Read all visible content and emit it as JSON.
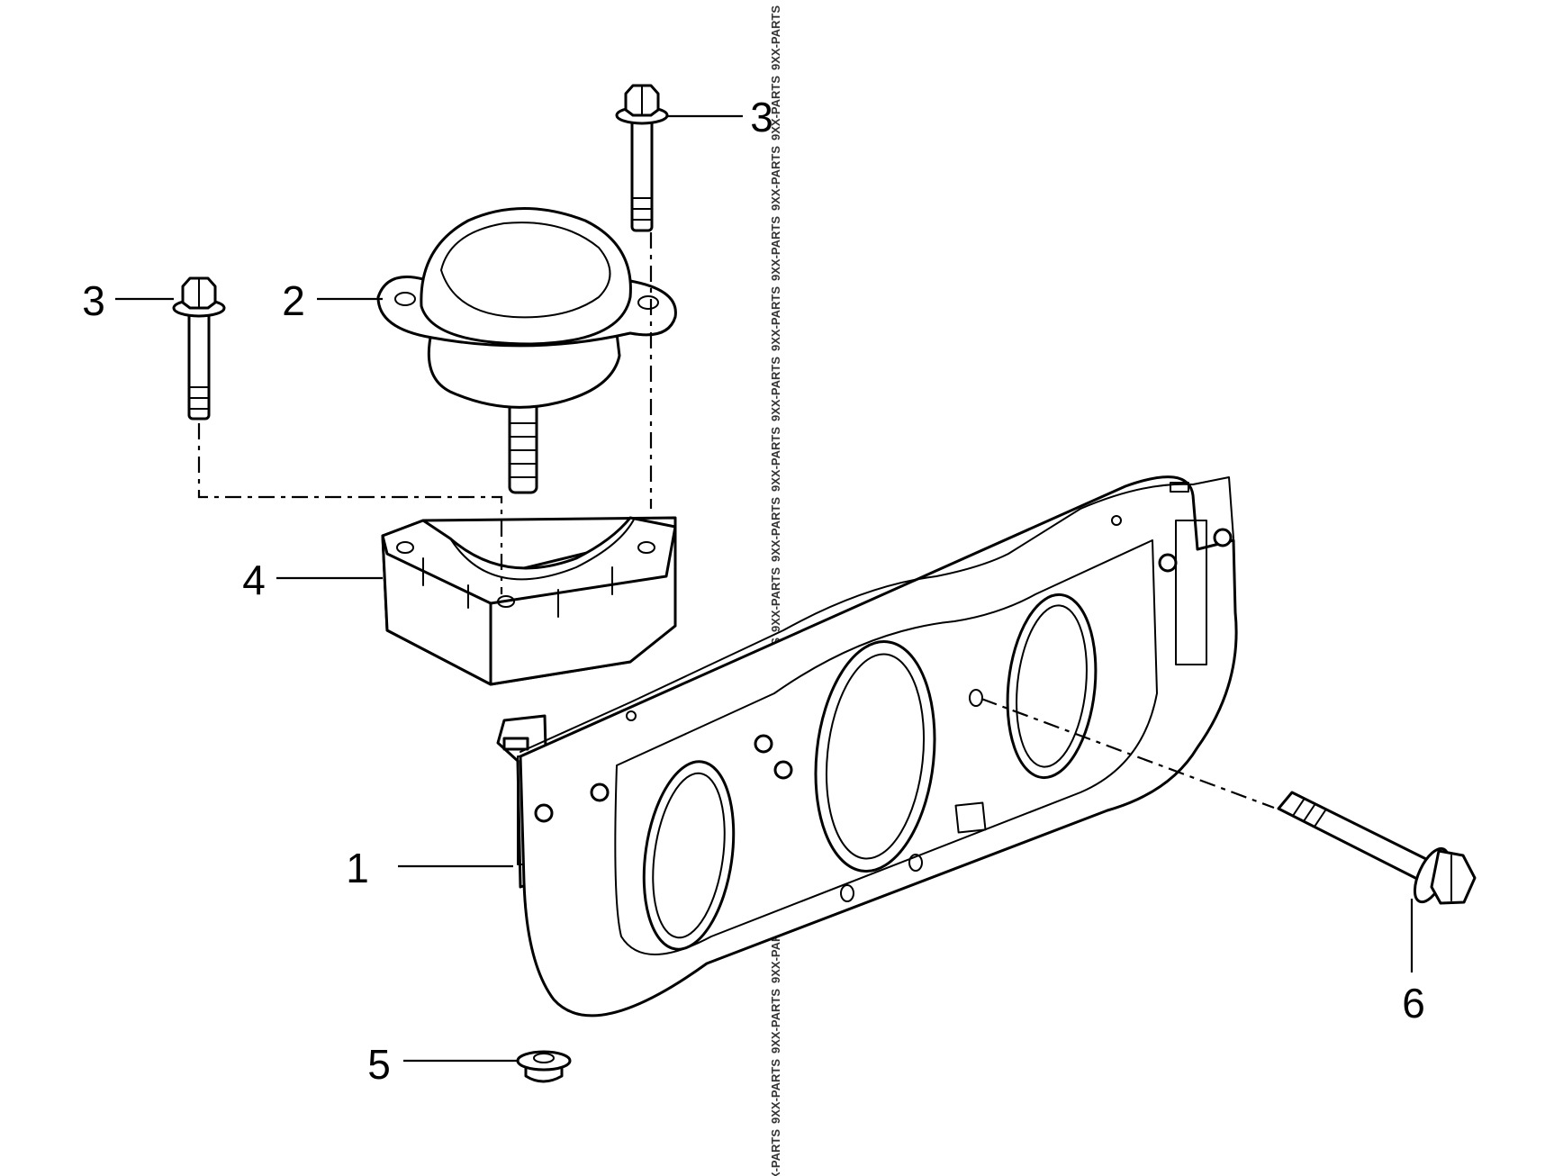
{
  "callouts": {
    "c1": "1",
    "c2": "2",
    "c3a": "3",
    "c3b": "3",
    "c4": "4",
    "c5": "5",
    "c6": "6"
  },
  "watermark": {
    "text": "9XX-PARTS"
  },
  "colors": {
    "line": "#000000",
    "background": "#ffffff"
  }
}
